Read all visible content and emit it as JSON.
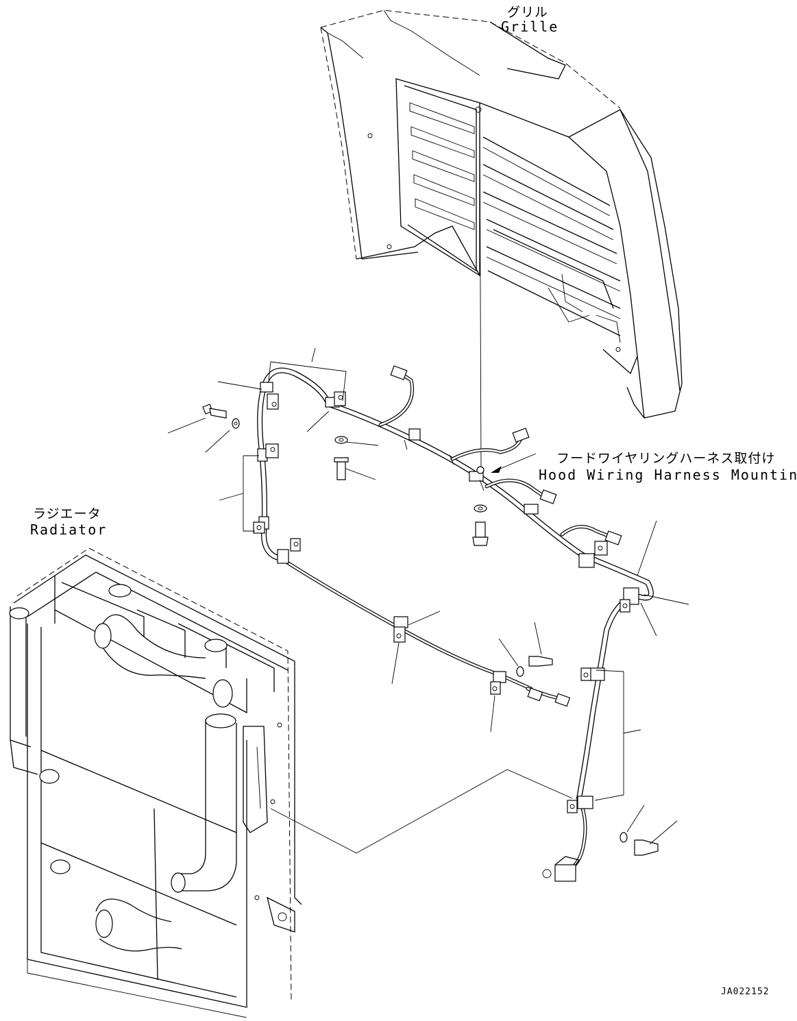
{
  "labels": {
    "grille_jp": "グリル",
    "grille_en": "Grille",
    "mounting_jp": "フードワイヤリングハーネス取付け",
    "mounting_en": "Hood Wiring Harness Mounting",
    "radiator_jp": "ラジエータ",
    "radiator_en": "Radiator",
    "drawing_code": "JA022152"
  }
}
